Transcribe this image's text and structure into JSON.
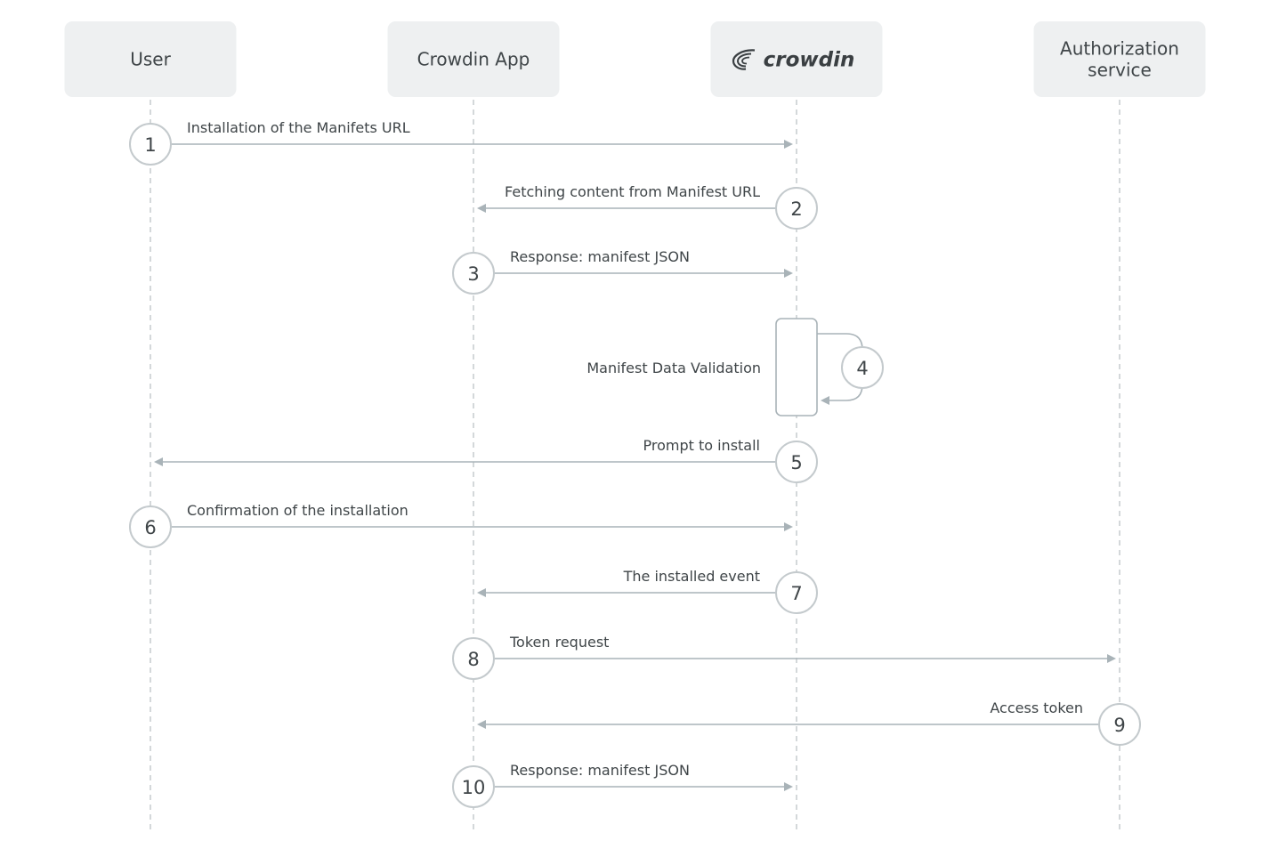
{
  "participants": [
    {
      "id": "user",
      "lines": [
        "User"
      ]
    },
    {
      "id": "crowdin-app",
      "lines": [
        "Crowdin App"
      ]
    },
    {
      "id": "crowdin",
      "lines": [
        "crowdin"
      ],
      "logo": true,
      "icon": "crowdin-logo-icon"
    },
    {
      "id": "authorization-service",
      "lines": [
        "Authorization",
        "service"
      ]
    }
  ],
  "messages": [
    {
      "step": "1",
      "label": "Installation of the Manifets URL",
      "from": "user",
      "to": "crowdin"
    },
    {
      "step": "2",
      "label": "Fetching content from Manifest URL",
      "from": "crowdin",
      "to": "crowdin-app"
    },
    {
      "step": "3",
      "label": "Response: manifest JSON",
      "from": "crowdin-app",
      "to": "crowdin"
    },
    {
      "step": "4",
      "label": "Manifest Data Validation",
      "from": "crowdin",
      "to": "crowdin",
      "self": true
    },
    {
      "step": "5",
      "label": "Prompt to install",
      "from": "crowdin",
      "to": "user"
    },
    {
      "step": "6",
      "label": "Confirmation of the installation",
      "from": "user",
      "to": "crowdin"
    },
    {
      "step": "7",
      "label": "The installed event",
      "from": "crowdin",
      "to": "crowdin-app"
    },
    {
      "step": "8",
      "label": "Token request",
      "from": "crowdin-app",
      "to": "authorization-service"
    },
    {
      "step": "9",
      "label": "Access token",
      "from": "authorization-service",
      "to": "crowdin-app"
    },
    {
      "step": "10",
      "label": "Response: manifest JSON",
      "from": "crowdin-app",
      "to": "crowdin"
    }
  ],
  "colors": {
    "box_fill": "#eef0f1",
    "line": "#a9b3b8",
    "lifeline": "#c9ced1",
    "circle_stroke": "#c4cacd",
    "text": "#3f4548"
  }
}
